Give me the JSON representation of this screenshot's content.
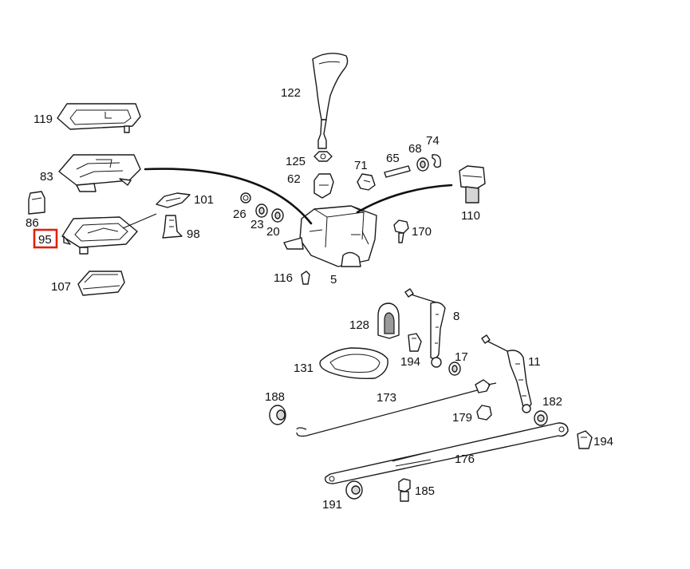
{
  "diagram": {
    "highlight_color": "#e02010",
    "highlighted_part": "95",
    "labels": {
      "p122": "122",
      "p119": "119",
      "p125": "125",
      "p62": "62",
      "p71": "71",
      "p65": "65",
      "p68": "68",
      "p74": "74",
      "p83": "83",
      "p101": "101",
      "p26": "26",
      "p23": "23",
      "p20": "20",
      "p110": "110",
      "p86": "86",
      "p95": "95",
      "p98": "98",
      "p170": "170",
      "p116": "116",
      "p5": "5",
      "p107": "107",
      "p128": "128",
      "p8": "8",
      "p194a": "194",
      "p17": "17",
      "p131": "131",
      "p11": "11",
      "p188": "188",
      "p173": "173",
      "p182": "182",
      "p179": "179",
      "p194b": "194",
      "p176": "176",
      "p191": "191",
      "p185": "185"
    }
  }
}
